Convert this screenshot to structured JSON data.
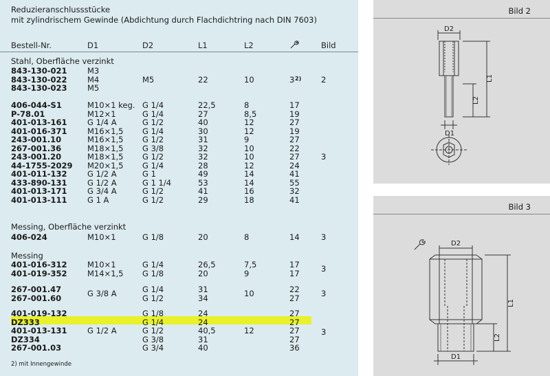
{
  "title": {
    "line1": "Reduzieranschlussstücke",
    "line2": "mit zylindrischem Gewinde (Abdichtung durch Flachdichtring nach DIN 7603)"
  },
  "headers": [
    "Bestell-Nr.",
    "D1",
    "D2",
    "L1",
    "L2",
    "wrench-icon",
    "Bild"
  ],
  "sections": {
    "steel": "Stahl, Oberfläche verzinkt",
    "brass_zinc": "Messing, Oberfläche verzinkt",
    "brass": "Messing"
  },
  "rows_steel_a": [
    {
      "nr": "843-130-021",
      "d1": "M3"
    },
    {
      "nr": "843-130-022",
      "d1": "M4",
      "d2": "M5",
      "l1": "22",
      "l2": "10",
      "s": "3",
      "sup": "2)",
      "bild": "2"
    },
    {
      "nr": "843-130-023",
      "d1": "M5"
    }
  ],
  "rows_steel_b": [
    {
      "nr": "406-044-S1",
      "d1": "M10×1 keg.",
      "d2": "G 1/4",
      "l1": "22,5",
      "l2": "8",
      "s": "17"
    },
    {
      "nr": "P-78.01",
      "d1": "M12×1",
      "d2": "G 1/4",
      "l1": "27",
      "l2": "8,5",
      "s": "19"
    },
    {
      "nr": "401-013-161",
      "d1": "G 1/4 A",
      "d2": "G 1/2",
      "l1": "40",
      "l2": "12",
      "s": "27"
    },
    {
      "nr": "401-016-371",
      "d1": "M16×1,5",
      "d2": "G 1/4",
      "l1": "30",
      "l2": "12",
      "s": "19"
    },
    {
      "nr": "243-001.10",
      "d1": "M16×1,5",
      "d2": "G 1/2",
      "l1": "31",
      "l2": "9",
      "s": "27"
    },
    {
      "nr": "267-001.36",
      "d1": "M18×1,5",
      "d2": "G 3/8",
      "l1": "32",
      "l2": "10",
      "s": "22"
    },
    {
      "nr": "243-001.20",
      "d1": "M18×1,5",
      "d2": "G 1/2",
      "l1": "32",
      "l2": "10",
      "s": "27"
    },
    {
      "nr": "44-1755-2029",
      "d1": "M20×1,5",
      "d2": "G 1/4",
      "l1": "28",
      "l2": "12",
      "s": "24"
    },
    {
      "nr": "401-011-132",
      "d1": "G 1/2 A",
      "d2": "G 1",
      "l1": "49",
      "l2": "14",
      "s": "41"
    },
    {
      "nr": "433-890-131",
      "d1": "G 1/2 A",
      "d2": "G 1 1/4",
      "l1": "53",
      "l2": "14",
      "s": "55"
    },
    {
      "nr": "401-013-171",
      "d1": "G 3/4 A",
      "d2": "G 1/2",
      "l1": "41",
      "l2": "16",
      "s": "32"
    },
    {
      "nr": "401-013-111",
      "d1": "G 1 A",
      "d2": "G 1/2",
      "l1": "29",
      "l2": "18",
      "s": "41"
    }
  ],
  "steel_b_bild": "3",
  "row_brass_zinc": {
    "nr": "406-024",
    "d1": "M10×1",
    "d2": "G 1/8",
    "l1": "20",
    "l2": "8",
    "s": "14",
    "bild": "3"
  },
  "rows_brass_a": [
    {
      "nr": "401-016-312",
      "d1": "M10×1",
      "d2": "G 1/4",
      "l1": "26,5",
      "l2": "7,5",
      "s": "17"
    },
    {
      "nr": "401-019-352",
      "d1": "M14×1,5",
      "d2": "G 1/8",
      "l1": "20",
      "l2": "9",
      "s": "17"
    }
  ],
  "brass_a_bild": "3",
  "rows_brass_b": [
    {
      "nr": "267-001.47",
      "d2": "G 1/4",
      "l1": "31",
      "s": "22"
    },
    {
      "nr": "267-001.60",
      "d2": "G 1/2",
      "l1": "34",
      "s": "27"
    }
  ],
  "brass_b_shared": {
    "d1": "G 3/8 A",
    "l2": "10",
    "bild": "3"
  },
  "rows_brass_c": [
    {
      "nr": "401-019-132",
      "d1": "",
      "d2": "G 1/8",
      "l1": "24",
      "l2": "",
      "s": "27"
    },
    {
      "nr": "DZ333",
      "d1": "",
      "d2": "G 1/4",
      "l1": "24",
      "l2": "",
      "s": "27"
    },
    {
      "nr": "401-013-131",
      "d1": "G 1/2 A",
      "d2": "G 1/2",
      "l1": "40,5",
      "l2": "12",
      "s": "27"
    },
    {
      "nr": "DZ334",
      "d1": "",
      "d2": "G 3/8",
      "l1": "31",
      "l2": "",
      "s": "27"
    },
    {
      "nr": "267-001.03",
      "d1": "",
      "d2": "G 3/4",
      "l1": "40",
      "l2": "",
      "s": "36"
    }
  ],
  "brass_c_bild": "3",
  "footnote": "2) mit Innengewinde",
  "figure2": {
    "label": "Bild 2",
    "d2": "D2",
    "d1": "D1",
    "l1": "L1",
    "l2": "L2"
  },
  "figure3": {
    "label": "Bild 3",
    "d2": "D2",
    "d1": "D1",
    "l1": "L1",
    "l2": "L2"
  },
  "colors": {
    "table_bg": "#dcebf0",
    "panel_bg": "#dcdcdc",
    "highlight": "#e8f12a"
  }
}
